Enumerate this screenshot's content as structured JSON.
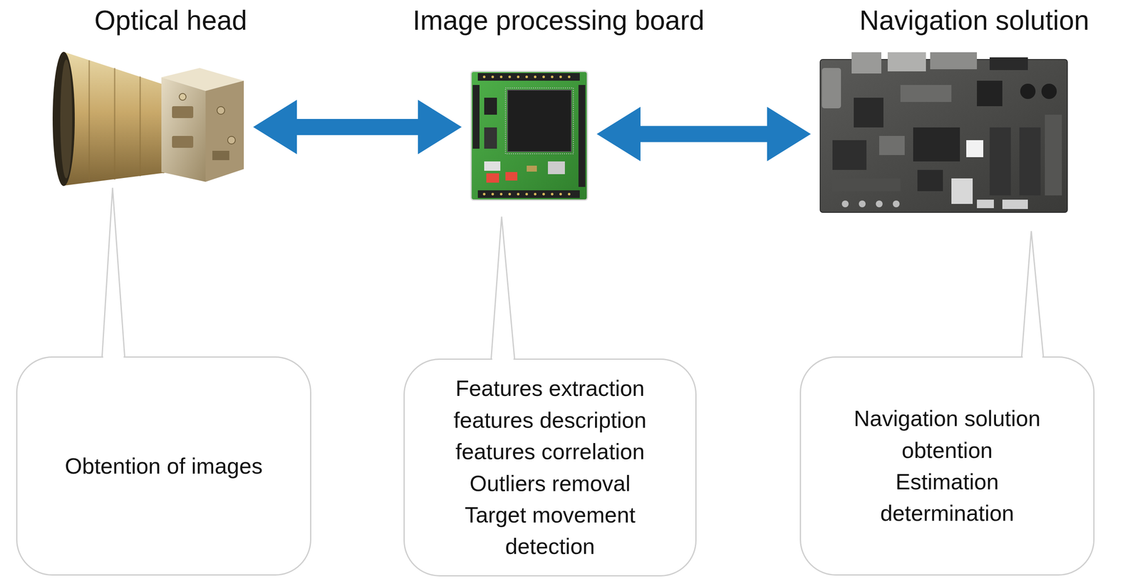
{
  "diagram": {
    "nodes": [
      {
        "text": [
          "Optical head"
        ]
      },
      {
        "text": [
          "Image processing board"
        ]
      },
      {
        "text": [
          "Navigation solution"
        ]
      },
      {
        "text": [
          "Obtention of images"
        ]
      },
      {
        "text": [
          "Features extraction",
          "features description",
          "features correlation",
          "Outliers removal",
          "Target movement detection"
        ]
      },
      {
        "text": [
          "Navigation solution obtention",
          "Estimation determination"
        ]
      }
    ],
    "edges": [
      {
        "from": 0,
        "to": 1,
        "arrow": "both"
      },
      {
        "from": 1,
        "to": 2,
        "arrow": "both"
      }
    ]
  }
}
